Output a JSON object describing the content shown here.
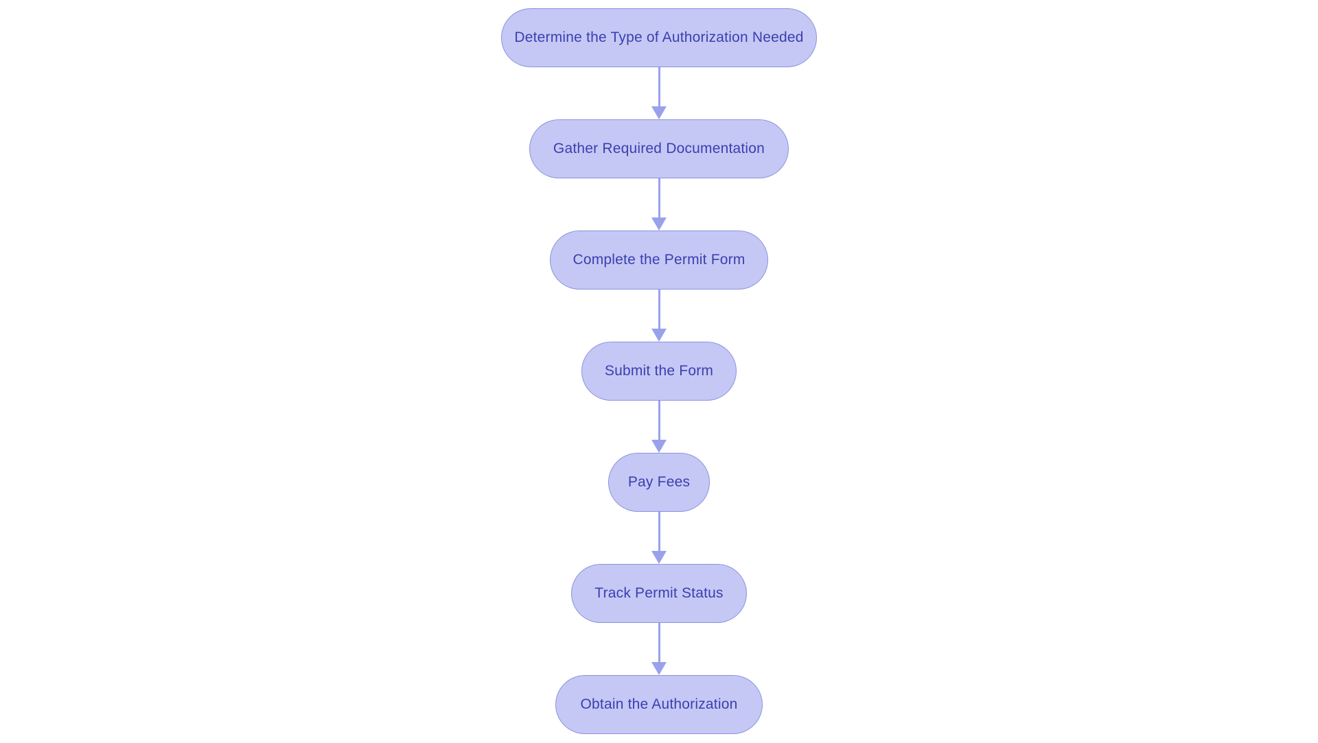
{
  "diagram": {
    "type": "flowchart",
    "direction": "top-to-bottom",
    "colors": {
      "background": "#ffffff",
      "node_fill": "#c5c8f4",
      "node_border": "#8b92de",
      "node_text": "#3a3fb0",
      "arrow": "#9aa1ec"
    },
    "nodes": [
      {
        "label": "Determine the Type of Authorization Needed"
      },
      {
        "label": "Gather Required Documentation"
      },
      {
        "label": "Complete the Permit Form"
      },
      {
        "label": "Submit the Form"
      },
      {
        "label": "Pay Fees"
      },
      {
        "label": "Track Permit Status"
      },
      {
        "label": "Obtain the Authorization"
      }
    ],
    "edges": [
      {
        "from": 0,
        "to": 1
      },
      {
        "from": 1,
        "to": 2
      },
      {
        "from": 2,
        "to": 3
      },
      {
        "from": 3,
        "to": 4
      },
      {
        "from": 4,
        "to": 5
      },
      {
        "from": 5,
        "to": 6
      }
    ]
  }
}
